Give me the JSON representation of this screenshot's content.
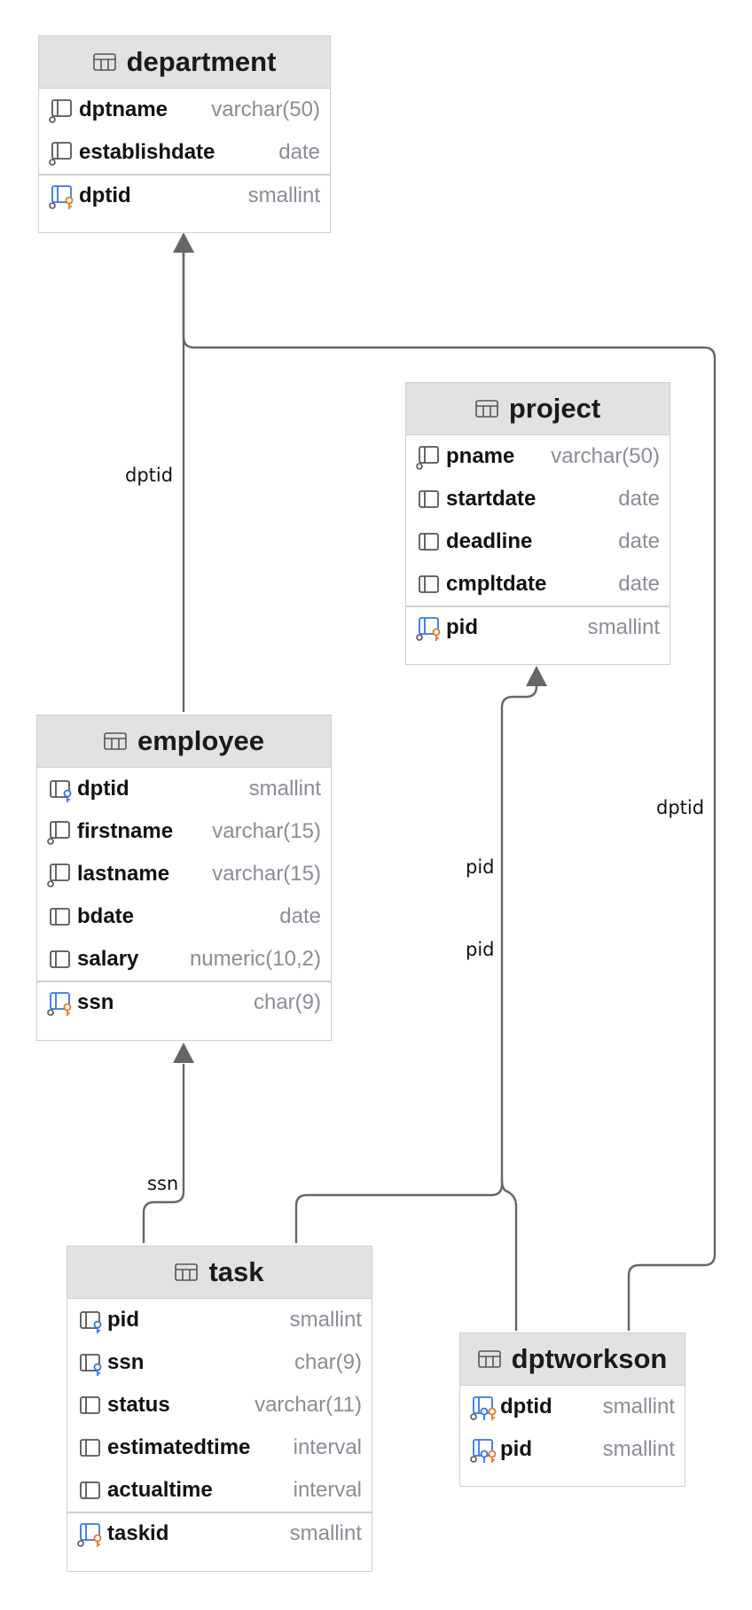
{
  "colors": {
    "key_blue": "#3574f0",
    "key_orange": "#e07b26",
    "header_bg": "#e2e2e2",
    "line": "#666666"
  },
  "entities": {
    "department": {
      "title": "department",
      "columns": [
        {
          "name": "dptname",
          "type": "varchar(50)",
          "icon": "column-unique-icon"
        },
        {
          "name": "establishdate",
          "type": "date",
          "icon": "column-unique-icon"
        }
      ],
      "pk": [
        {
          "name": "dptid",
          "type": "smallint",
          "icon": "primary-key-icon"
        }
      ]
    },
    "project": {
      "title": "project",
      "columns": [
        {
          "name": "pname",
          "type": "varchar(50)",
          "icon": "column-unique-icon"
        },
        {
          "name": "startdate",
          "type": "date",
          "icon": "column-icon"
        },
        {
          "name": "deadline",
          "type": "date",
          "icon": "column-icon"
        },
        {
          "name": "cmpltdate",
          "type": "date",
          "icon": "column-icon"
        }
      ],
      "pk": [
        {
          "name": "pid",
          "type": "smallint",
          "icon": "primary-key-icon"
        }
      ]
    },
    "employee": {
      "title": "employee",
      "columns": [
        {
          "name": "dptid",
          "type": "smallint",
          "icon": "foreign-key-icon"
        },
        {
          "name": "firstname",
          "type": "varchar(15)",
          "icon": "column-unique-icon"
        },
        {
          "name": "lastname",
          "type": "varchar(15)",
          "icon": "column-unique-icon"
        },
        {
          "name": "bdate",
          "type": "date",
          "icon": "column-icon"
        },
        {
          "name": "salary",
          "type": "numeric(10,2)",
          "icon": "column-icon"
        }
      ],
      "pk": [
        {
          "name": "ssn",
          "type": "char(9)",
          "icon": "primary-key-icon"
        }
      ]
    },
    "task": {
      "title": "task",
      "columns": [
        {
          "name": "pid",
          "type": "smallint",
          "icon": "foreign-key-icon"
        },
        {
          "name": "ssn",
          "type": "char(9)",
          "icon": "foreign-key-icon"
        },
        {
          "name": "status",
          "type": "varchar(11)",
          "icon": "column-icon"
        },
        {
          "name": "estimatedtime",
          "type": "interval",
          "icon": "column-icon"
        },
        {
          "name": "actualtime",
          "type": "interval",
          "icon": "column-icon"
        }
      ],
      "pk": [
        {
          "name": "taskid",
          "type": "smallint",
          "icon": "primary-key-icon"
        }
      ]
    },
    "dptworkson": {
      "title": "dptworkson",
      "columns": [],
      "pk": [
        {
          "name": "dptid",
          "type": "smallint",
          "icon": "primary-foreign-key-icon"
        },
        {
          "name": "pid",
          "type": "smallint",
          "icon": "primary-foreign-key-icon"
        }
      ]
    }
  },
  "relations": [
    {
      "from": "employee",
      "to": "department",
      "label": "dptid"
    },
    {
      "from": "dptworkson",
      "to": "department",
      "label": "dptid"
    },
    {
      "from": "task",
      "to": "project",
      "label": "pid"
    },
    {
      "from": "dptworkson",
      "to": "project",
      "label": "pid"
    },
    {
      "from": "task",
      "to": "employee",
      "label": "ssn"
    }
  ]
}
